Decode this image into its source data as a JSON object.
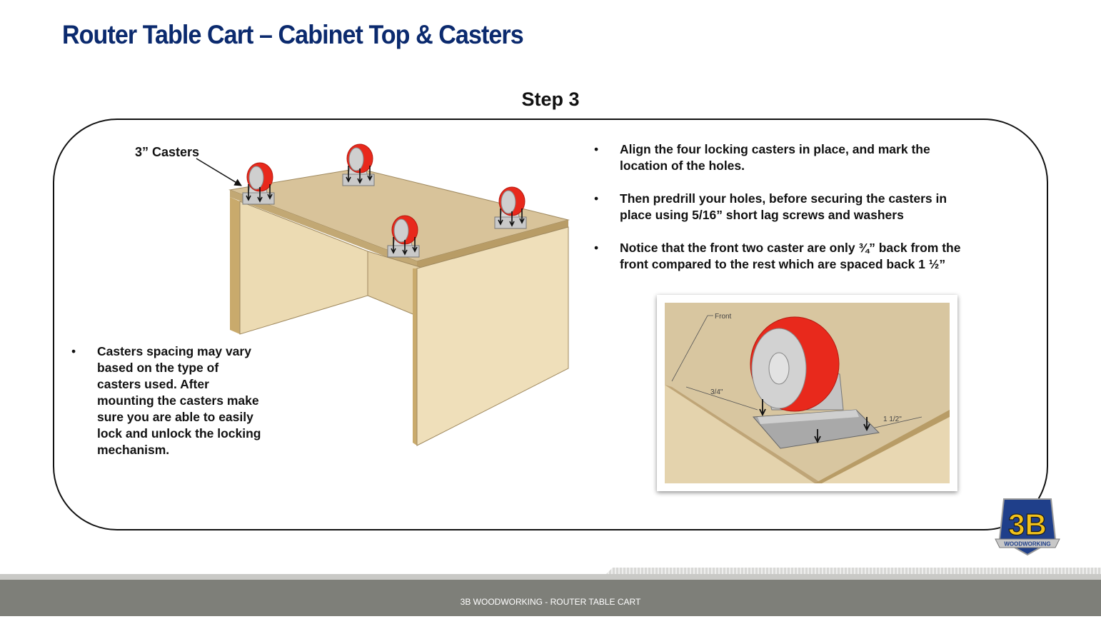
{
  "slide": {
    "title": "Router Table Cart – Cabinet Top & Casters",
    "step": "Step 3",
    "casters_label": "3” Casters",
    "right_bullets": [
      "Align the four locking casters in place, and mark the location of the holes.",
      "Then predrill your holes, before securing the casters in place using 5/16” short lag screws and washers",
      "Notice that the front two caster are only ¾” back from the front compared to the rest which are spaced back 1 ½”"
    ],
    "left_bullets": [
      "Casters spacing may vary based on the type of casters used. After mounting the casters make sure you are able to easily lock and unlock the locking mechanism."
    ],
    "detail_labels": {
      "front": "Front",
      "three_quarter": "3/4\"",
      "one_half": "1 1/2\""
    },
    "logo": {
      "main": "3B",
      "sub": "WOODWORKING"
    },
    "footer": "3B WOODWORKING - ROUTER TABLE CART"
  },
  "colors": {
    "title": "#0b2a6e",
    "caster_wheel": "#e8291c",
    "plywood": "#e9d6ac",
    "footer_bg": "#7e7f79"
  }
}
